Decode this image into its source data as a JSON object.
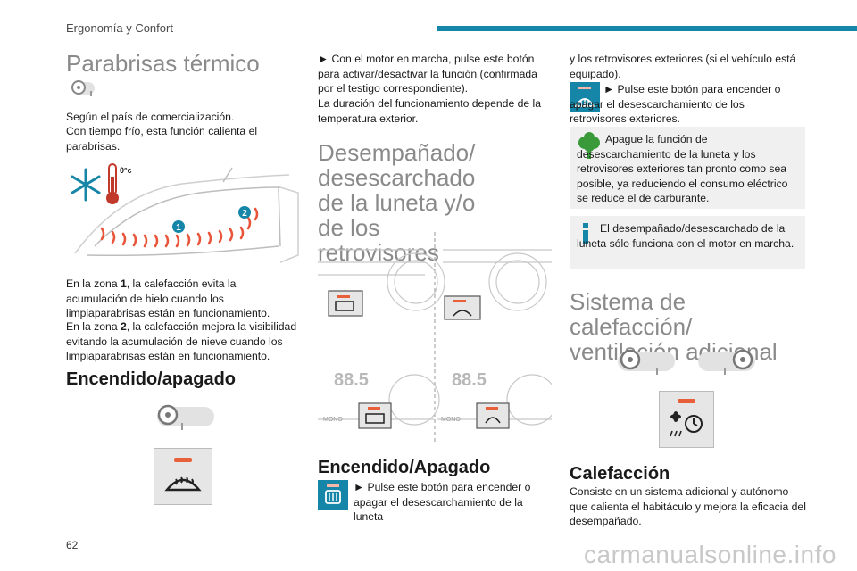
{
  "header": {
    "section": "Ergonomía y Confort"
  },
  "page_number": "62",
  "footer": {
    "watermark": "carmanualsonline.info"
  },
  "col1": {
    "title": "Parabrisas térmico",
    "intro_1": "Según el país de comercialización.",
    "intro_2": "Con tiempo frío, esta función calienta el parabrisas.",
    "illustration": {
      "temp_label": "0°c",
      "zone1": "1",
      "zone2": "2"
    },
    "zone1_a": "En la zona ",
    "zone1_num": "1",
    "zone1_b": ", la calefacción evita la acumulación de hielo cuando los limpiaparabrisas están en funcionamiento.",
    "zone2_a": "En la zona ",
    "zone2_num": "2",
    "zone2_b": ", la calefacción mejora la visibilidad evitando la acumulación de nieve cuando los limpiaparabrisas están en funcionamiento.",
    "subtitle": "Encendido/apagado"
  },
  "col2": {
    "text_1": "► Con el motor en marcha, pulse este botón para activar/desactivar la función (confirmada por el testigo correspondiente).",
    "text_2": "La duración del funcionamiento depende de la temperatura exterior.",
    "title": "Desempañado/ desescarchado de la luneta y/o de los retrovisores",
    "panel": {
      "display_value": "88.5",
      "mono_label": "MONO"
    },
    "subtitle": "Encendido/Apagado",
    "btn_text": "► Pulse este botón para encender o apagar el desescarchamiento de la luneta"
  },
  "col3": {
    "cont_text": "y los retrovisores exteriores (si el vehículo está equipado).",
    "btn_text": "► Pulse este botón para encender o apagar el desescarchamiento de los retrovisores exteriores.",
    "eco_note": "Apague la función de desescarchamiento de la luneta y los retrovisores exteriores tan pronto como sea posible, ya reduciendo el consumo eléctrico se reduce el de carburante.",
    "info_note": "El desempañado/desescarchado de la luneta sólo funciona con el motor en marcha.",
    "title": "Sistema de calefacción/ ventilación adicional",
    "subtitle": "Calefacción",
    "body": "Consiste en un sistema adicional y autónomo que calienta el habitáculo y mejora la eficacia del desempañado."
  },
  "colors": {
    "accent": "#1585a8",
    "heading_grey": "#8a8a8a",
    "note_bg": "#f0f0f0",
    "eco_green": "#3a9a3a",
    "warm_red": "#e8553a",
    "led_orange": "#e8603a"
  }
}
